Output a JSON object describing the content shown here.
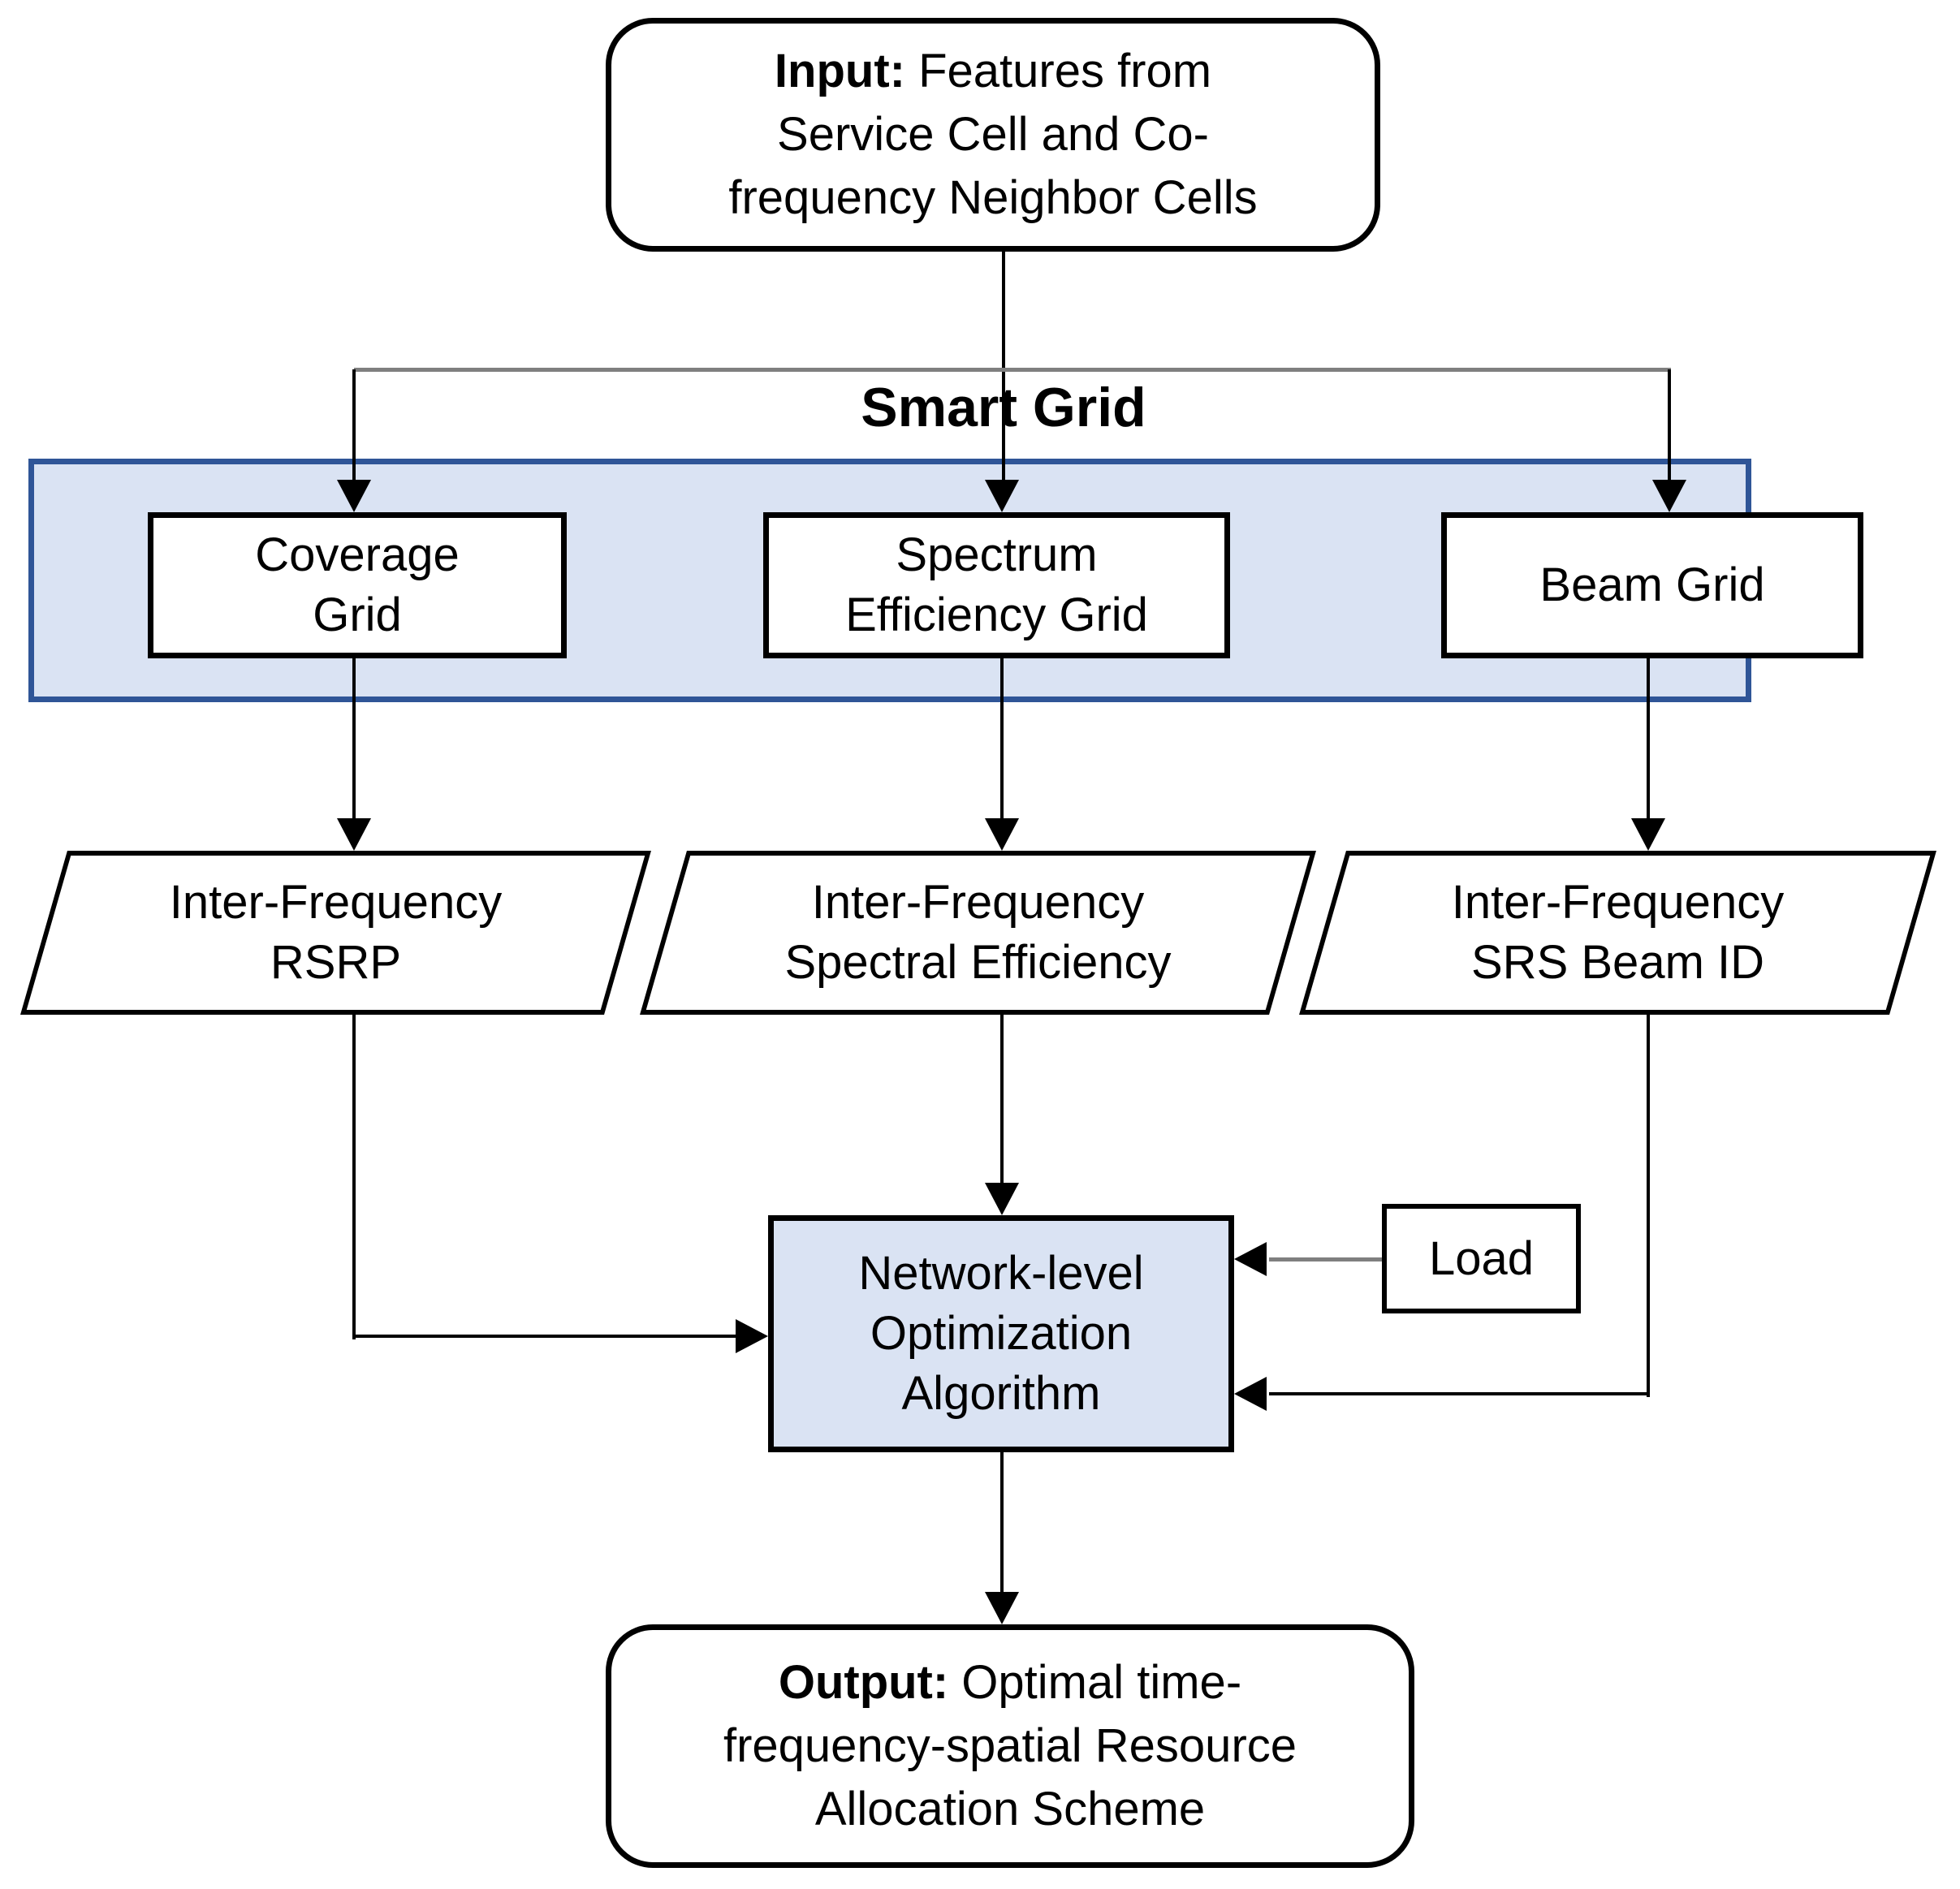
{
  "diagram": {
    "input": {
      "prefix": "Input:",
      "line1_rest": " Features from",
      "line2": "Service Cell and Co-",
      "line3": "frequency Neighbor Cells"
    },
    "smart_grid": {
      "title": "Smart Grid",
      "coverage": {
        "line1": "Coverage",
        "line2": "Grid"
      },
      "spectrum": {
        "line1": "Spectrum",
        "line2": "Efficiency Grid"
      },
      "beam": {
        "line1": "Beam Grid"
      }
    },
    "flows": {
      "rsrp": {
        "line1": "Inter-Frequency",
        "line2": "RSRP"
      },
      "spectral": {
        "line1": "Inter-Frequency",
        "line2": "Spectral Efficiency"
      },
      "srs": {
        "line1": "Inter-Frequency",
        "line2": "SRS Beam ID"
      }
    },
    "network": {
      "line1": "Network-level",
      "line2": "Optimization",
      "line3": "Algorithm"
    },
    "load": {
      "label": "Load"
    },
    "output": {
      "prefix": "Output:",
      "line1_rest": " Optimal time-",
      "line2": "frequency-spatial Resource",
      "line3": "Allocation Scheme"
    }
  },
  "colors": {
    "band_fill": "#DAE3F3",
    "band_border": "#2F5597",
    "network_fill": "#DAE3F3",
    "connector": "#000000",
    "branch_connector": "#7F7F7F"
  }
}
